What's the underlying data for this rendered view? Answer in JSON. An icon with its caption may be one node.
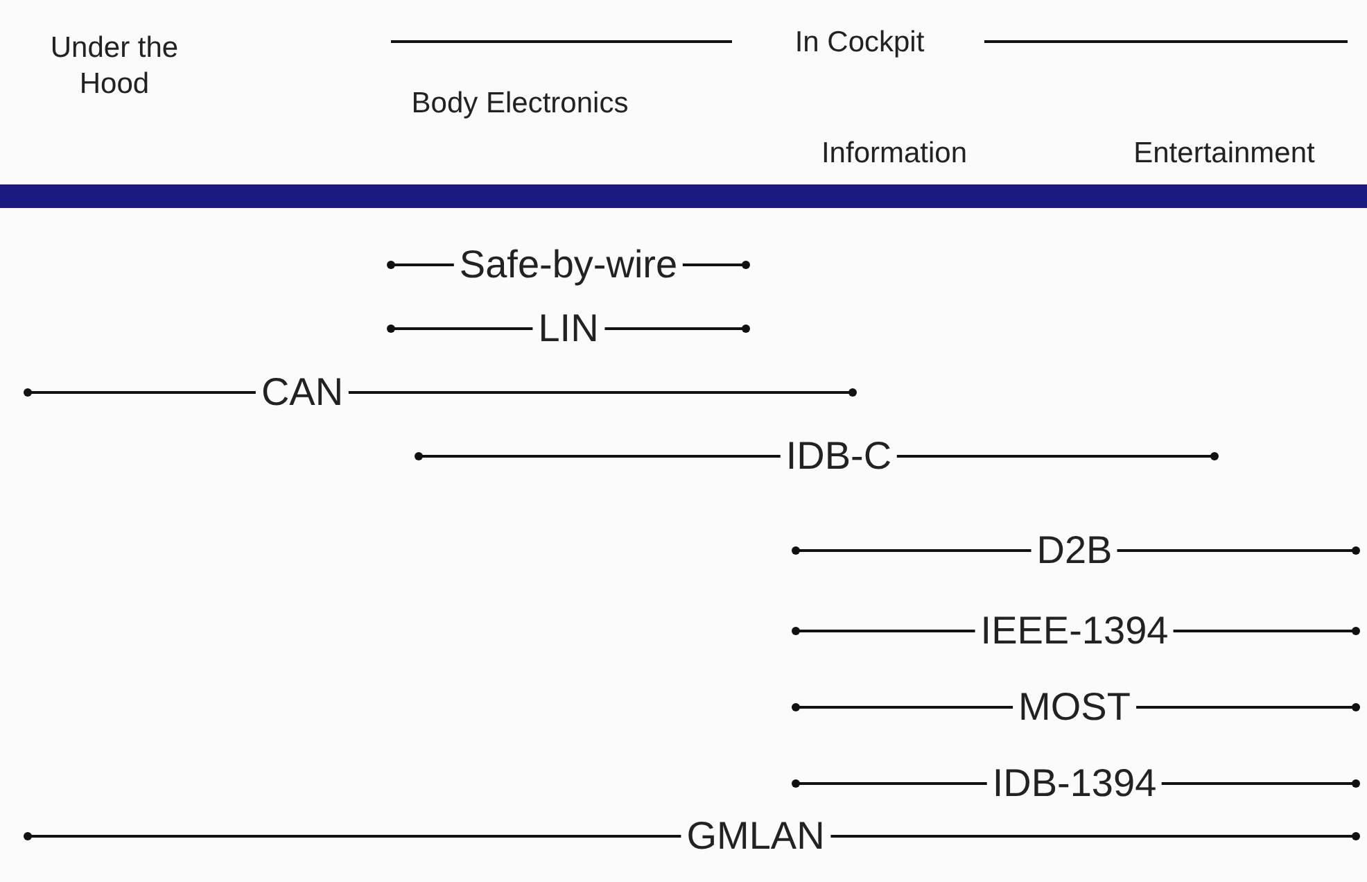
{
  "diagram": {
    "nodes": [
      {
        "text": [],
        "shape": "bar"
      },
      {
        "text": [
          "Safe-by-wire"
        ]
      },
      {
        "text": [
          "LIN"
        ]
      },
      {
        "text": [
          "CAN"
        ]
      },
      {
        "text": [
          "IDB-C"
        ]
      },
      {
        "text": [
          "D2B"
        ]
      },
      {
        "text": [
          "IEEE-1394"
        ]
      },
      {
        "text": [
          "MOST"
        ]
      },
      {
        "text": [
          "IDB-1394"
        ]
      },
      {
        "text": [
          "GMLAN"
        ]
      }
    ],
    "labels": [
      "Under the Hood",
      "In Cockpit",
      "Body Electronics",
      "Information",
      "Entertainment"
    ]
  }
}
